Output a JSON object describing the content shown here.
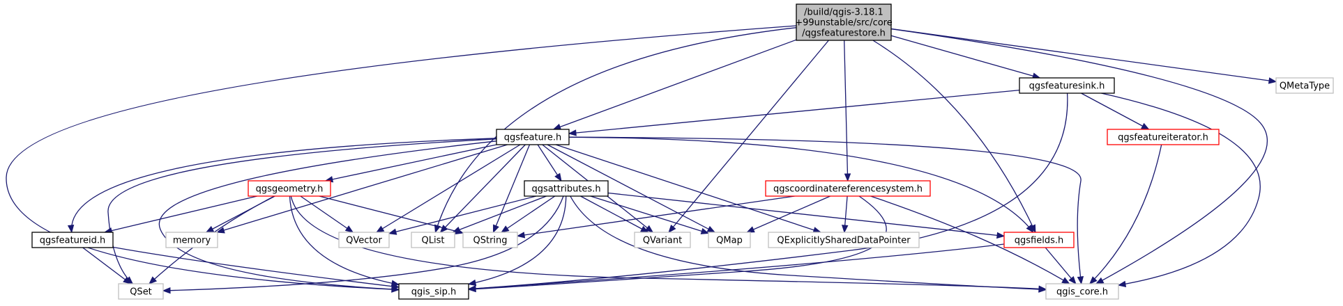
{
  "colors": {
    "edge": "#191970",
    "root_fill": "#bfbfbf",
    "root_border": "#000000",
    "documented_border": "#000000",
    "truncated_border": "#ff0000",
    "external_border": "#bfbfbf",
    "external_text": "#000000"
  },
  "nodes": [
    {
      "id": "root",
      "kind": "root",
      "lines": [
        "/build/qgis-3.18.1",
        "+99unstable/src/core",
        "/qgsfeaturestore.h"
      ]
    },
    {
      "id": "qgsfeaturesink",
      "kind": "documented",
      "lines": [
        "qgsfeaturesink.h"
      ]
    },
    {
      "id": "qmetatype",
      "kind": "external",
      "lines": [
        "QMetaType"
      ]
    },
    {
      "id": "qgsfeatureiterator",
      "kind": "truncated",
      "lines": [
        "qgsfeatureiterator.h"
      ]
    },
    {
      "id": "qgsfeature",
      "kind": "documented",
      "lines": [
        "qgsfeature.h"
      ]
    },
    {
      "id": "qgsgeometry",
      "kind": "truncated",
      "lines": [
        "qgsgeometry.h"
      ]
    },
    {
      "id": "qgsattributes",
      "kind": "documented",
      "lines": [
        "qgsattributes.h"
      ]
    },
    {
      "id": "qgscrs",
      "kind": "truncated",
      "lines": [
        "qgscoordinatereferencesystem.h"
      ]
    },
    {
      "id": "qgsfeatureid",
      "kind": "documented",
      "lines": [
        "qgsfeatureid.h"
      ]
    },
    {
      "id": "memory",
      "kind": "external",
      "lines": [
        "memory"
      ]
    },
    {
      "id": "qvector",
      "kind": "external",
      "lines": [
        "QVector"
      ]
    },
    {
      "id": "qlist",
      "kind": "external",
      "lines": [
        "QList"
      ]
    },
    {
      "id": "qstring",
      "kind": "external",
      "lines": [
        "QString"
      ]
    },
    {
      "id": "qvariant",
      "kind": "external",
      "lines": [
        "QVariant"
      ]
    },
    {
      "id": "qmap",
      "kind": "external",
      "lines": [
        "QMap"
      ]
    },
    {
      "id": "qexplicit",
      "kind": "external",
      "lines": [
        "QExplicitlySharedDataPointer"
      ]
    },
    {
      "id": "qgsfields",
      "kind": "truncated",
      "lines": [
        "qgsfields.h"
      ]
    },
    {
      "id": "qset",
      "kind": "external",
      "lines": [
        "QSet"
      ]
    },
    {
      "id": "qgis_sip",
      "kind": "documented",
      "lines": [
        "qgis_sip.h"
      ]
    },
    {
      "id": "qgis_core",
      "kind": "external",
      "lines": [
        "qgis_core.h"
      ]
    }
  ],
  "edges": [
    [
      "root",
      "qgsfeaturesink"
    ],
    [
      "root",
      "qmetatype"
    ],
    [
      "root",
      "qgsfeature"
    ],
    [
      "root",
      "qlist"
    ],
    [
      "root",
      "qvariant"
    ],
    [
      "root",
      "qgscrs"
    ],
    [
      "root",
      "qgsfields"
    ],
    [
      "root",
      "qgis_core"
    ],
    [
      "root",
      "qgis_sip"
    ],
    [
      "qgsfeaturesink",
      "qgsfeature"
    ],
    [
      "qgsfeaturesink",
      "qgsfeatureiterator"
    ],
    [
      "qgsfeaturesink",
      "qgis_sip"
    ],
    [
      "qgsfeaturesink",
      "qgis_core"
    ],
    [
      "qgsfeatureiterator",
      "qgis_core"
    ],
    [
      "qgsfeature",
      "qgsgeometry"
    ],
    [
      "qgsfeature",
      "qgsattributes"
    ],
    [
      "qgsfeature",
      "qgsfeatureid"
    ],
    [
      "qgsfeature",
      "memory"
    ],
    [
      "qgsfeature",
      "qvector"
    ],
    [
      "qgsfeature",
      "qlist"
    ],
    [
      "qgsfeature",
      "qstring"
    ],
    [
      "qgsfeature",
      "qvariant"
    ],
    [
      "qgsfeature",
      "qmap"
    ],
    [
      "qgsfeature",
      "qexplicit"
    ],
    [
      "qgsfeature",
      "qgsfields"
    ],
    [
      "qgsfeature",
      "qset"
    ],
    [
      "qgsfeature",
      "qgis_sip"
    ],
    [
      "qgsfeature",
      "qgis_core"
    ],
    [
      "qgsgeometry",
      "qgsfeatureid"
    ],
    [
      "qgsgeometry",
      "memory"
    ],
    [
      "qgsgeometry",
      "qvector"
    ],
    [
      "qgsgeometry",
      "qstring"
    ],
    [
      "qgsgeometry",
      "qset"
    ],
    [
      "qgsgeometry",
      "qgis_sip"
    ],
    [
      "qgsgeometry",
      "qgis_core"
    ],
    [
      "qgsattributes",
      "qvector"
    ],
    [
      "qgsattributes",
      "qlist"
    ],
    [
      "qgsattributes",
      "qstring"
    ],
    [
      "qgsattributes",
      "qvariant"
    ],
    [
      "qgsattributes",
      "qmap"
    ],
    [
      "qgsattributes",
      "qgsfields"
    ],
    [
      "qgsattributes",
      "qset"
    ],
    [
      "qgsattributes",
      "qgis_sip"
    ],
    [
      "qgsattributes",
      "qgis_core"
    ],
    [
      "qgscrs",
      "qstring"
    ],
    [
      "qgscrs",
      "qmap"
    ],
    [
      "qgscrs",
      "qexplicit"
    ],
    [
      "qgscrs",
      "qgis_sip"
    ],
    [
      "qgscrs",
      "qgis_core"
    ],
    [
      "qgsfeatureid",
      "qset"
    ],
    [
      "qgsfeatureid",
      "qgis_sip"
    ],
    [
      "qgsfields",
      "qgis_sip"
    ],
    [
      "qgsfields",
      "qgis_core"
    ]
  ]
}
